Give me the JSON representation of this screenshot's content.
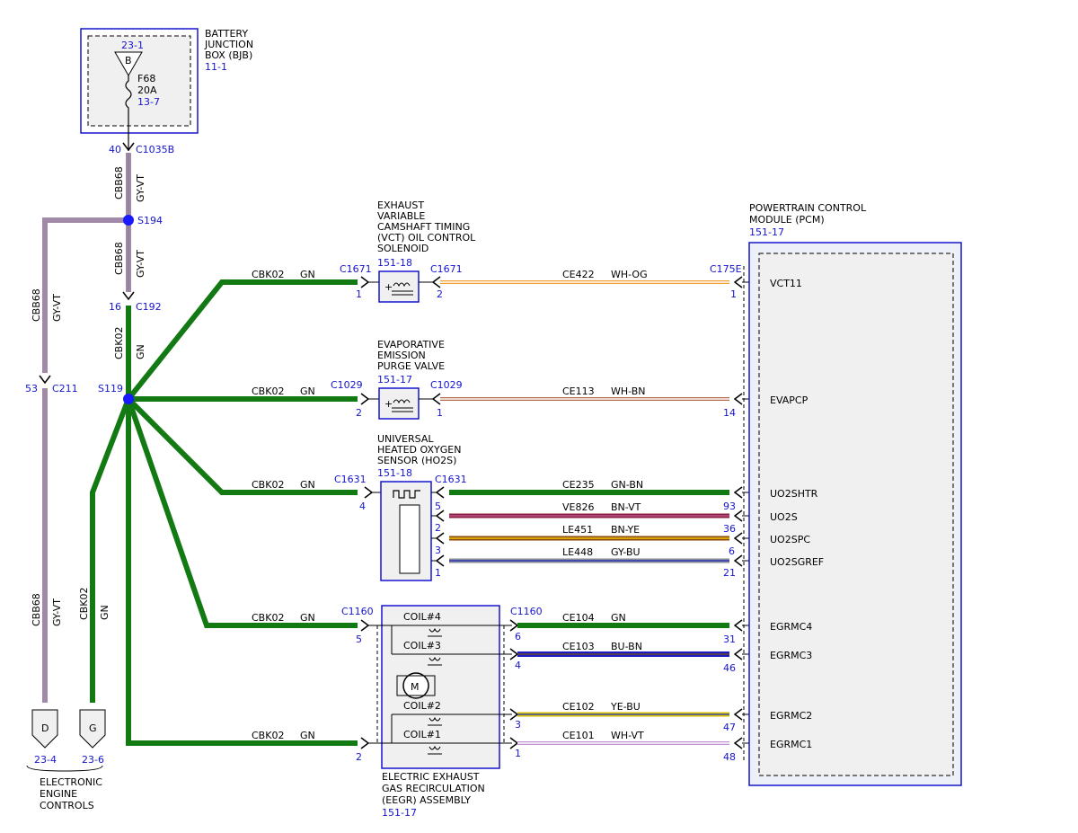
{
  "colors": {
    "ref_blue": "#1515cf",
    "GN": "#137a13",
    "GY-VT": "#a08aa8",
    "WH-OG": "#f0a030",
    "WH-BN": "#b46a4a",
    "BN-VT": "#a03070",
    "BN-YE": "#c87010",
    "GY-BU": "#5a6aa0",
    "BU-BN": "#1a1ac0",
    "YE-BU": "#d8c000",
    "WH-VT": "#c090d0",
    "splice": "#1a1aff"
  },
  "bjb": {
    "title": [
      "BATTERY",
      "JUNCTION",
      "BOX (BJB)"
    ],
    "ref": "11-1",
    "bus_ref": "23-1",
    "bus_label": "B",
    "fuse_name": "F68",
    "fuse_rating": "20A",
    "fuse_ref": "13-7",
    "pin": "40",
    "connector": "C1035B"
  },
  "main_feed": {
    "circuit": "CBB68",
    "color": "GY-VT",
    "splice_s194": "S194",
    "pin_c192": "16",
    "connector_c192": "C192",
    "lower_circuit": "CBK02",
    "lower_color": "GN",
    "splice_s119": "S119"
  },
  "left_branch": {
    "circuit": "CBB68",
    "color": "GY-VT",
    "pin": "53",
    "connector": "C211",
    "lower_circuit": "CBB68",
    "lower_color": "GY-VT",
    "gn_circuit": "CBK02",
    "gn_color": "GN"
  },
  "ground_terms": {
    "d_label": "D",
    "d_ref": "23-4",
    "g_label": "G",
    "g_ref": "23-6",
    "caption": [
      "ELECTRONIC",
      "ENGINE",
      "CONTROLS"
    ]
  },
  "vct": {
    "title": [
      "EXHAUST",
      "VARIABLE",
      "CAMSHAFT TIMING",
      "(VCT) OIL CONTROL",
      "SOLENOID"
    ],
    "ref": "151-18",
    "in_circuit": "CBK02",
    "in_color": "GN",
    "in_conn": "C1671",
    "in_pin": "1",
    "out_conn": "C1671",
    "out_pin": "2",
    "out_circuit": "CE422",
    "out_color": "WH-OG",
    "pcm_pin": "1",
    "pcm_conn": "C175E",
    "pcm_signal": "VCT11"
  },
  "evap": {
    "title": [
      "EVAPORATIVE",
      "EMISSION",
      "PURGE VALVE"
    ],
    "ref": "151-17",
    "in_circuit": "CBK02",
    "in_color": "GN",
    "in_conn": "C1029",
    "in_pin": "2",
    "out_conn": "C1029",
    "out_pin": "1",
    "out_circuit": "CE113",
    "out_color": "WH-BN",
    "pcm_pin": "14",
    "pcm_signal": "EVAPCP"
  },
  "ho2s": {
    "title": [
      "UNIVERSAL",
      "HEATED OXYGEN",
      "SENSOR (HO2S)"
    ],
    "ref": "151-18",
    "in_circuit": "CBK02",
    "in_color": "GN",
    "in_conn": "C1631",
    "in_pin": "4",
    "out_conn": "C1631",
    "wires": [
      {
        "sensor_pin": "5",
        "circuit": "CE235",
        "color": "GN-BN",
        "pcm_pin": "93",
        "signal": "UO2SHTR"
      },
      {
        "sensor_pin": "2",
        "circuit": "VE826",
        "color": "BN-VT",
        "pcm_pin": "36",
        "signal": "UO2S"
      },
      {
        "sensor_pin": "3",
        "circuit": "LE451",
        "color": "BN-YE",
        "pcm_pin": "6",
        "signal": "UO2SPC"
      },
      {
        "sensor_pin": "1",
        "circuit": "LE448",
        "color": "GY-BU",
        "pcm_pin": "21",
        "signal": "UO2SGREF"
      }
    ]
  },
  "eegr": {
    "title": [
      "ELECTRIC EXHAUST",
      "GAS RECIRCULATION",
      "(EEGR) ASSEMBLY"
    ],
    "ref": "151-17",
    "in_conn": "C1160",
    "in_pins": [
      "5",
      "2"
    ],
    "in_circuit": "CBK02",
    "in_color": "GN",
    "out_conn": "C1160",
    "motor_label": "M",
    "coils": [
      "COIL#4",
      "COIL#3",
      "COIL#2",
      "COIL#1"
    ],
    "wires": [
      {
        "eegr_pin": "6",
        "circuit": "CE104",
        "color": "GN",
        "pcm_pin": "31",
        "signal": "EGRMC4"
      },
      {
        "eegr_pin": "4",
        "circuit": "CE103",
        "color": "BU-BN",
        "pcm_pin": "46",
        "signal": "EGRMC3"
      },
      {
        "eegr_pin": "3",
        "circuit": "CE102",
        "color": "YE-BU",
        "pcm_pin": "47",
        "signal": "EGRMC2"
      },
      {
        "eegr_pin": "1",
        "circuit": "CE101",
        "color": "WH-VT",
        "pcm_pin": "48",
        "signal": "EGRMC1"
      }
    ]
  },
  "pcm": {
    "title": [
      "POWERTRAIN CONTROL",
      "MODULE (PCM)"
    ],
    "ref": "151-17"
  }
}
